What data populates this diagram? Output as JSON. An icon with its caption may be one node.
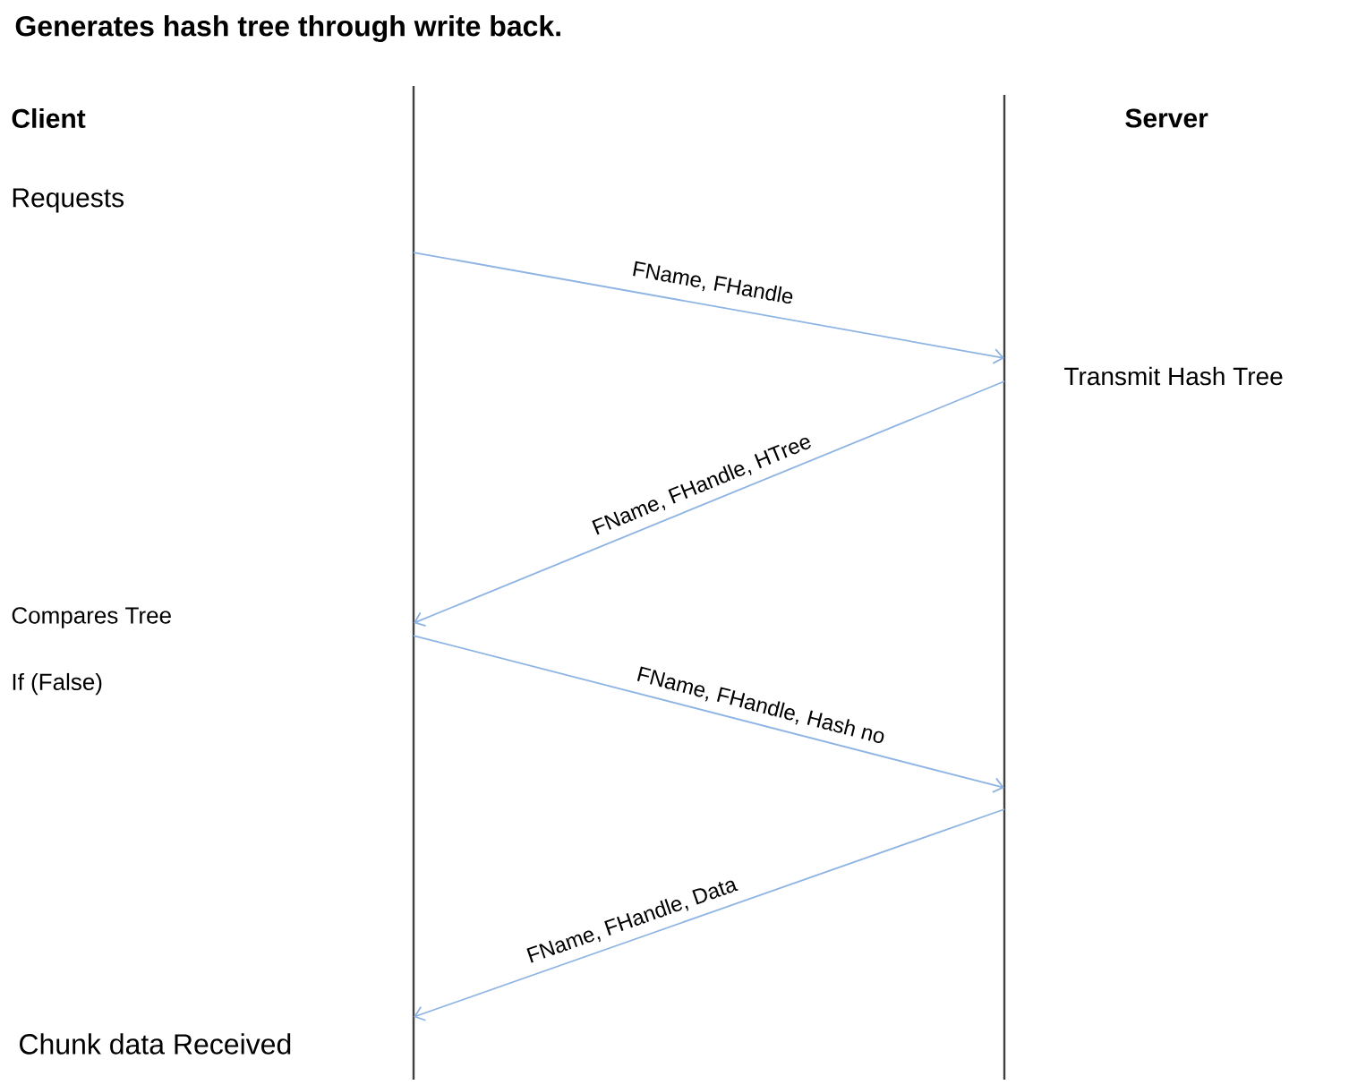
{
  "diagram": {
    "title": "Generates hash tree through write back.",
    "nodes": [
      {
        "text": [],
        "shape": "bar"
      },
      {
        "text": [],
        "shape": "bar"
      }
    ],
    "edges": [
      {
        "from": 0,
        "to": 1,
        "arrow": "to",
        "label": "FName, FHandle"
      },
      {
        "from": 1,
        "to": 0,
        "arrow": "to",
        "label": "FName, FHandle, HTree"
      },
      {
        "from": 0,
        "to": 1,
        "arrow": "to",
        "label": "FName, FHandle, Hash no"
      },
      {
        "from": 1,
        "to": 0,
        "arrow": "to",
        "label": "FName, FHandle, Data"
      }
    ],
    "labels": [
      "Client",
      "Server",
      "Requests",
      "Transmit Hash Tree",
      "Compares Tree",
      "If (False)",
      "Chunk data Received"
    ]
  }
}
